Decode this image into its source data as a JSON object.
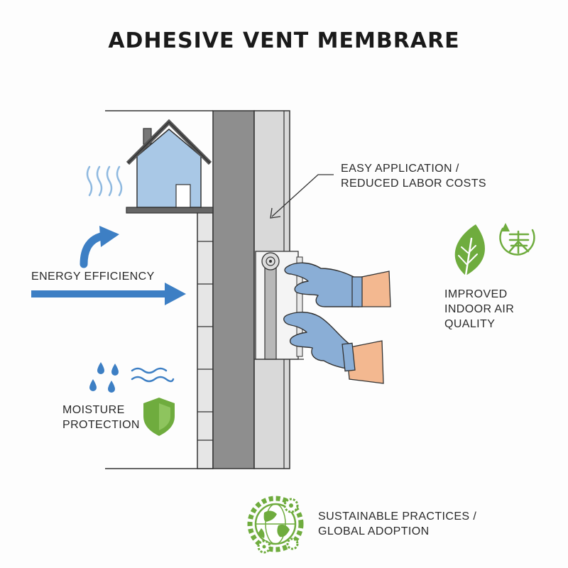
{
  "title": "ADHESIVE VENT MEMBRARE",
  "labels": {
    "energy_efficiency": "ENERGY EFFICIENCY",
    "easy_application": [
      "EASY APPLICATION /",
      "REDUCED LABOR COSTS"
    ],
    "indoor_air_quality": [
      "IMPROVED",
      "INDOOR AIR",
      "QUALITY"
    ],
    "moisture_protection": [
      "MOISTURE",
      "PROTECTION"
    ],
    "sustainable": [
      "SUSTAINABLE PRACTICES /",
      "GLOBAL ADOPTION"
    ]
  },
  "colors": {
    "blue": "#3d7fc4",
    "light_blue": "#a9c8e6",
    "green": "#6fac3e",
    "wall_dark": "#8e8e8e",
    "wall_light": "#d9d9d9",
    "glove": "#8aaed6",
    "skin": "#f3b890"
  },
  "icons": [
    "house-icon",
    "heat-waves-icon",
    "curved-arrow-icon",
    "right-arrow-icon",
    "water-drops-icon",
    "water-waves-icon",
    "shield-icon",
    "leaf-icon",
    "air-filter-icon",
    "globe-gears-icon",
    "membrane-roll-icon",
    "gloved-hands-icon"
  ]
}
